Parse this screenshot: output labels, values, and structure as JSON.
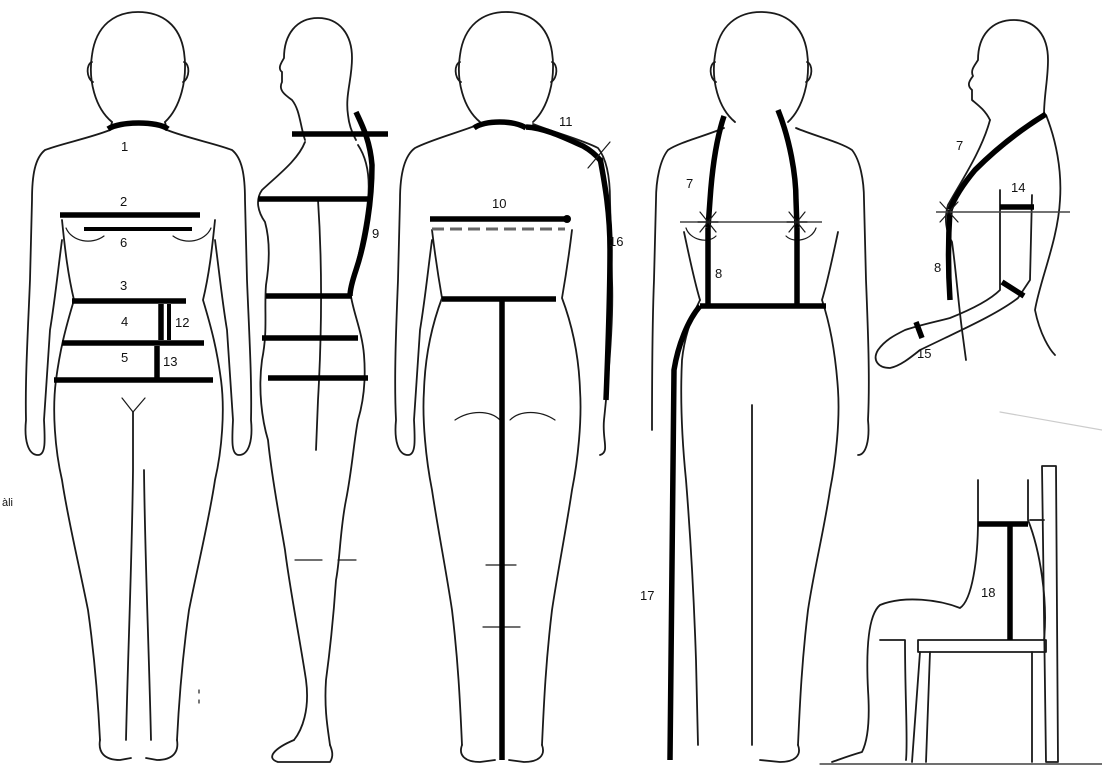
{
  "labels": {
    "l1": "1",
    "l2": "2",
    "l3": "3",
    "l4": "4",
    "l5": "5",
    "l6": "6",
    "l7a": "7",
    "l7b": "7",
    "l8a": "8",
    "l8b": "8",
    "l9": "9",
    "l10": "10",
    "l11": "11",
    "l12": "12",
    "l13": "13",
    "l14": "14",
    "l15": "15",
    "l16": "16",
    "l17": "17",
    "l18": "18",
    "margin_text": "àli"
  },
  "colors": {
    "outline": "#1a1a1a",
    "measurement": "#000000",
    "background": "#ffffff"
  }
}
